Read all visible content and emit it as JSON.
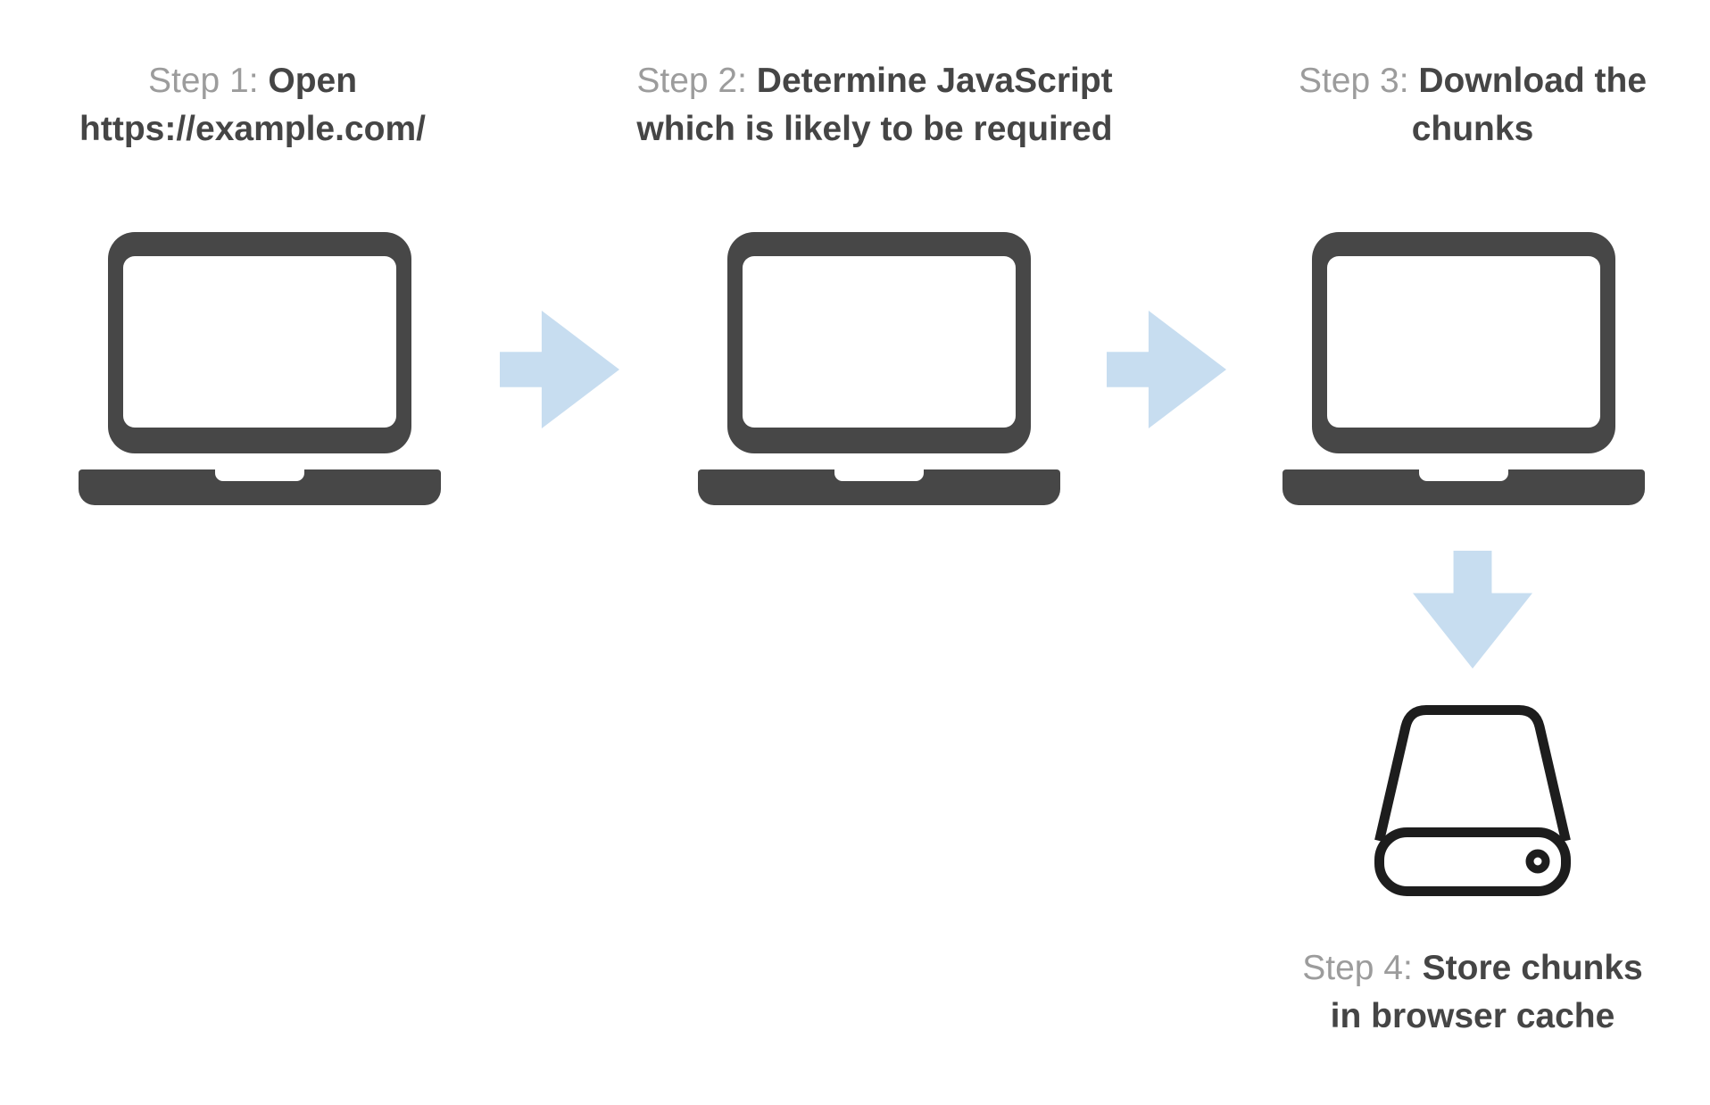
{
  "colors": {
    "background": "#ffffff",
    "laptop_gray": "#474747",
    "arrow_blue": "#c7ddf0",
    "step_prefix_gray": "#9c9c9c",
    "step_title_dark": "#454545",
    "drive_outline": "#1d1d1d"
  },
  "steps": [
    {
      "prefix": "Step 1:",
      "title_line1": "Open",
      "title_line2": "https://example.com/",
      "icon": "laptop-icon"
    },
    {
      "prefix": "Step 2:",
      "title_line1": "Determine JavaScript",
      "title_line2": "which is likely to be required",
      "icon": "laptop-icon"
    },
    {
      "prefix": "Step 3:",
      "title_line1": "Download the",
      "title_line2": "chunks",
      "icon": "laptop-icon"
    },
    {
      "prefix": "Step 4:",
      "title_line1": "Store chunks",
      "title_line2": "in browser cache",
      "icon": "hard-drive-icon"
    }
  ],
  "connectors": [
    {
      "from": "step-1",
      "to": "step-2",
      "icon": "arrow-right-icon"
    },
    {
      "from": "step-2",
      "to": "step-3",
      "icon": "arrow-right-icon"
    },
    {
      "from": "step-3",
      "to": "step-4",
      "icon": "arrow-down-icon"
    }
  ]
}
